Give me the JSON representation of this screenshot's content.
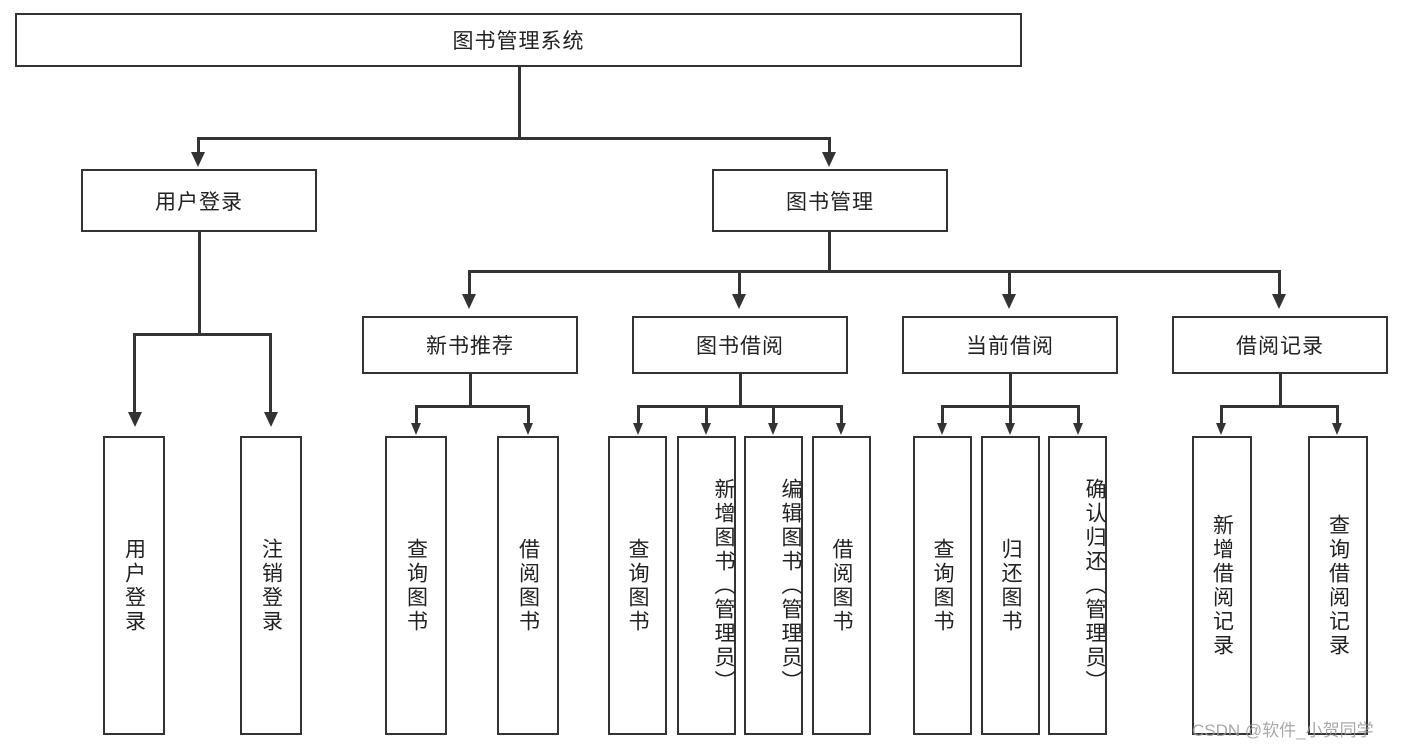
{
  "diagram": {
    "type": "tree-hierarchy",
    "title": "图书管理系统",
    "root": {
      "label": "图书管理系统"
    },
    "level1": [
      {
        "label": "用户登录"
      },
      {
        "label": "图书管理"
      }
    ],
    "level2": [
      {
        "label": "新书推荐"
      },
      {
        "label": "图书借阅"
      },
      {
        "label": "当前借阅"
      },
      {
        "label": "借阅记录"
      }
    ],
    "leaves": {
      "user_login": [
        {
          "label": "用户登录"
        },
        {
          "label": "注销登录"
        }
      ],
      "new_book_recommend": [
        {
          "label": "查询图书"
        },
        {
          "label": "借阅图书"
        }
      ],
      "book_borrow": [
        {
          "label": "查询图书"
        },
        {
          "label": "新增图书（管理员）"
        },
        {
          "label": "编辑图书（管理员）"
        },
        {
          "label": "借阅图书"
        }
      ],
      "current_borrow": [
        {
          "label": "查询图书"
        },
        {
          "label": "归还图书"
        },
        {
          "label": "确认归还（管理员）"
        }
      ],
      "borrow_record": [
        {
          "label": "新增借阅记录"
        },
        {
          "label": "查询借阅记录"
        }
      ]
    }
  },
  "watermark": {
    "text": "CSDN @软件_小贺同学"
  },
  "colors": {
    "stroke": "#333333",
    "background": "#ffffff",
    "text": "#222222",
    "watermark": "#9a9a9a"
  }
}
